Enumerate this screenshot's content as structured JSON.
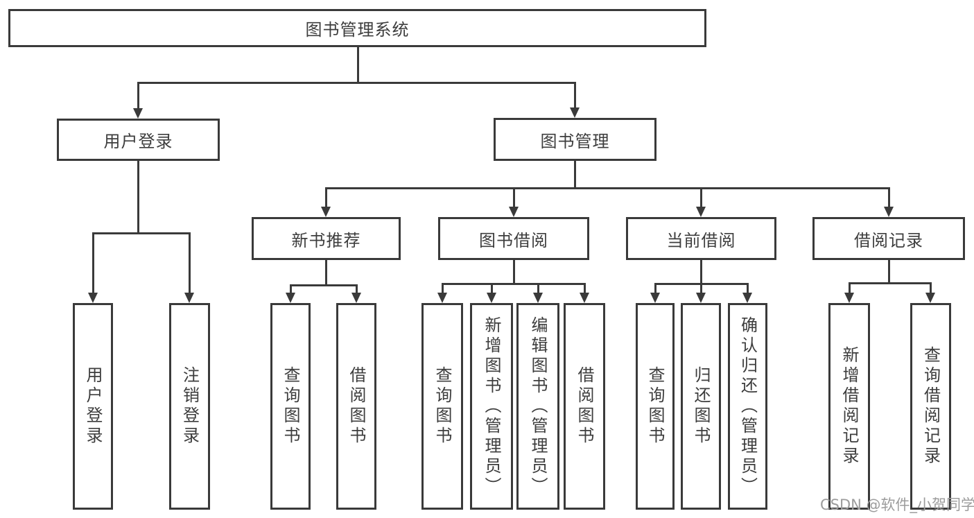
{
  "nodes": {
    "root": "图书管理系统",
    "level2": [
      "用户登录",
      "图书管理"
    ],
    "level3": [
      "新书推荐",
      "图书借阅",
      "当前借阅",
      "借阅记录"
    ],
    "leaves": [
      "用户登录",
      "注销登录",
      "查询图书",
      "借阅图书",
      "查询图书",
      "新增图书（管理员）",
      "编辑图书（管理员）",
      "借阅图书",
      "查询图书",
      "归还图书",
      "确认归还（管理员）",
      "新增借阅记录",
      "查询借阅记录"
    ]
  },
  "hierarchy": {
    "图书管理系统": {
      "用户登录": [
        "用户登录",
        "注销登录"
      ],
      "图书管理": {
        "新书推荐": [
          "查询图书",
          "借阅图书"
        ],
        "图书借阅": [
          "查询图书",
          "新增图书（管理员）",
          "编辑图书（管理员）",
          "借阅图书"
        ],
        "当前借阅": [
          "查询图书",
          "归还图书",
          "确认归还（管理员）"
        ],
        "借阅记录": [
          "新增借阅记录",
          "查询借阅记录"
        ]
      }
    }
  },
  "watermark": "CSDN @软件_小贺同学",
  "colors": {
    "line": "#3a3a3a",
    "text": "#3d3d3d",
    "watermark": "#9c9c9c",
    "background": "#ffffff"
  }
}
